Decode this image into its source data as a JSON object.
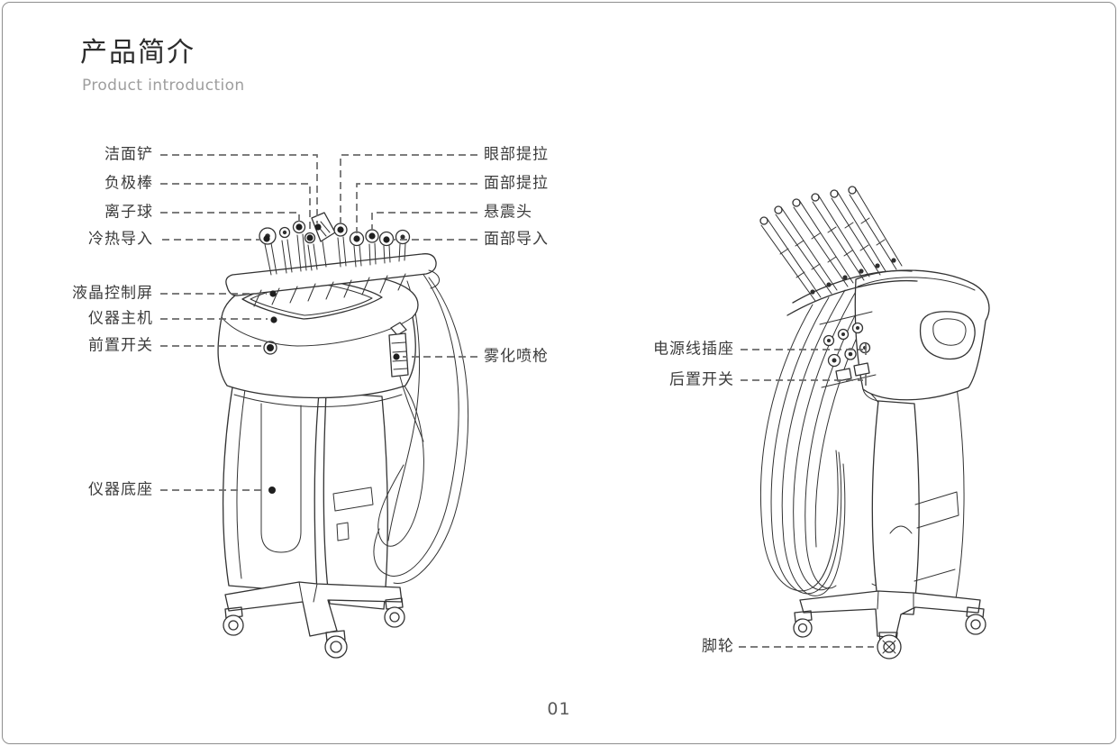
{
  "page": {
    "title": "产品简介",
    "subtitle": "Product introduction",
    "page_number": "01"
  },
  "front_view": {
    "labels_left": {
      "cleansing_shovel": "洁面铲",
      "negative_electrode_rod": "负极棒",
      "ion_ball": "离子球",
      "hot_cold_import": "冷热导入",
      "lcd_control_screen": "液晶控制屏",
      "main_unit": "仪器主机",
      "front_switch": "前置开关",
      "instrument_base": "仪器底座"
    },
    "labels_right": {
      "eye_lifting": "眼部提拉",
      "face_lifting": "面部提拉",
      "vibration_head": "悬震头",
      "face_import": "面部导入",
      "spray_gun": "雾化喷枪"
    }
  },
  "back_view": {
    "labels": {
      "power_cord_socket": "电源线插座",
      "rear_switch": "后置开关",
      "casters": "脚轮"
    }
  },
  "colors": {
    "art_stroke": "#333333",
    "leader_line": "#6a6a6a",
    "border": "#8e8e8e",
    "title_text": "#2c2c2c",
    "subtitle_text": "#9e9e9e"
  }
}
